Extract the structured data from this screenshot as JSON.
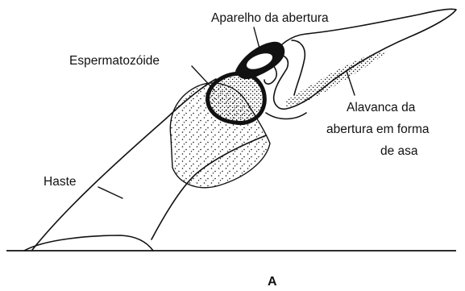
{
  "figure": {
    "panel_letter": "A",
    "labels": {
      "opening_apparatus": "Aparelho da abertura",
      "sperm": "Espermatozóide",
      "lever_line1": "Alavanca da",
      "lever_line2": "abertura em forma",
      "lever_line3": "de asa",
      "stalk": "Haste"
    }
  },
  "colors": {
    "ink": "#111111",
    "background": "#ffffff"
  }
}
